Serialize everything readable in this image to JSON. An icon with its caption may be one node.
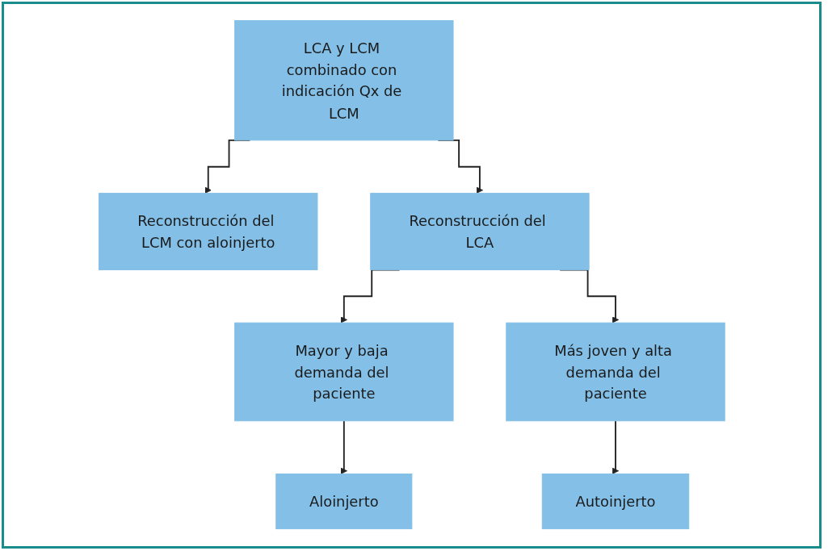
{
  "diagram": {
    "nodes": [
      {
        "text": [
          "LCA y LCM combinado con indicación Qx de LCM"
        ]
      },
      {
        "text": [
          "Reconstrucción del LCM con aloinjerto"
        ]
      },
      {
        "text": [
          "Reconstrucción del LCA"
        ]
      },
      {
        "text": [
          "Mayor y baja demanda del paciente"
        ]
      },
      {
        "text": [
          "Más joven y alta demanda del paciente"
        ]
      },
      {
        "text": [
          "Aloinjerto"
        ]
      },
      {
        "text": [
          "Autoinjerto"
        ]
      }
    ],
    "edges": [
      {
        "from": 0,
        "to": 1,
        "arrow": "to"
      },
      {
        "from": 0,
        "to": 2,
        "arrow": "to"
      },
      {
        "from": 2,
        "to": 3,
        "arrow": "to"
      },
      {
        "from": 2,
        "to": 4,
        "arrow": "to"
      },
      {
        "from": 3,
        "to": 5,
        "arrow": "to"
      },
      {
        "from": 4,
        "to": 6,
        "arrow": "to"
      }
    ]
  }
}
